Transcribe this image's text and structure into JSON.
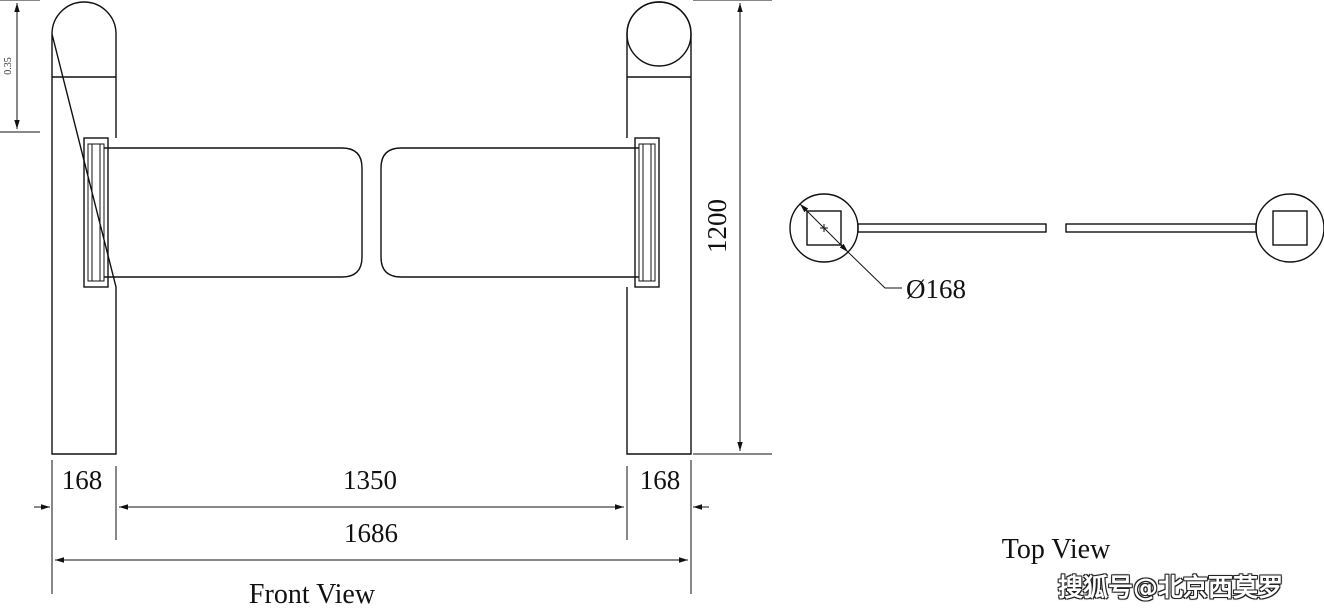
{
  "colors": {
    "line": "#111111",
    "background": "#ffffff"
  },
  "front_view": {
    "label": "Front View",
    "dims": {
      "top_small": "0.35",
      "height": "1200",
      "post_left": "168",
      "gap": "1350",
      "post_right": "168",
      "overall": "1686"
    }
  },
  "top_view": {
    "label": "Top View",
    "diameter": "Ø168"
  },
  "watermark": "搜狐号@北京西莫罗"
}
